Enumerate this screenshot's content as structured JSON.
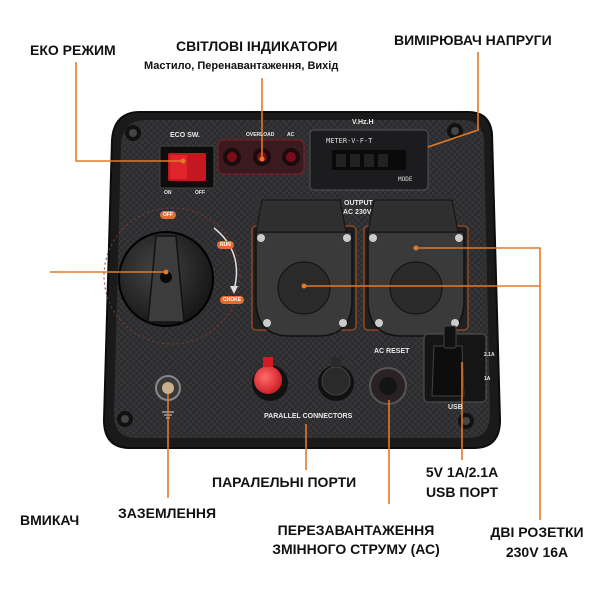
{
  "callouts": {
    "eco_mode": "ЕКО РЕЖИМ",
    "lights_title": "СВІТЛОВІ ІНДИКАТОРИ",
    "lights_subtitle": "Мастило, Перенавантаження, Вихід",
    "voltmeter": "ВИМІРЮВАЧ НАПРУГИ",
    "parallel_ports": "ПАРАЛЕЛЬНІ ПОРТИ",
    "switch": "ВМИКАЧ",
    "grounding": "ЗАЗЕМЛЕННЯ",
    "ac_reset_line1": "ПЕРЕЗАВАНТАЖЕННЯ",
    "ac_reset_line2": "ЗМІННОГО СТРУМУ (АС)",
    "usb_line1": "5V 1A/2.1A",
    "usb_line2": "USB ПОРТ",
    "sockets_line1": "ДВІ РОЗЕТКИ",
    "sockets_line2": "230V 16A"
  },
  "panel": {
    "eco_sw": "ECO SW.",
    "on": "ON",
    "off": "OFF",
    "overload": "OVERLOAD",
    "ac": "AC",
    "vhzh": "V.Hz.H",
    "meter": "METER-V-F-T",
    "mode": "MODE",
    "output_line1": "OUTPUT",
    "output_line2": "AC 230V",
    "dial_off": "OFF",
    "dial_run": "RUN",
    "dial_choke": "CHOKE",
    "ac_reset": "AC RESET",
    "parallel_connectors": "PARALLEL CONNECTORS",
    "usb": "USB",
    "usb_2a": "2.1A",
    "usb_1a": "1A"
  },
  "colors": {
    "panel": "#2a2a2c",
    "accent": "#e86a2c",
    "leader": "#e07a2a",
    "red_light": "#b3122a",
    "parallel_red": "#e8262a"
  }
}
